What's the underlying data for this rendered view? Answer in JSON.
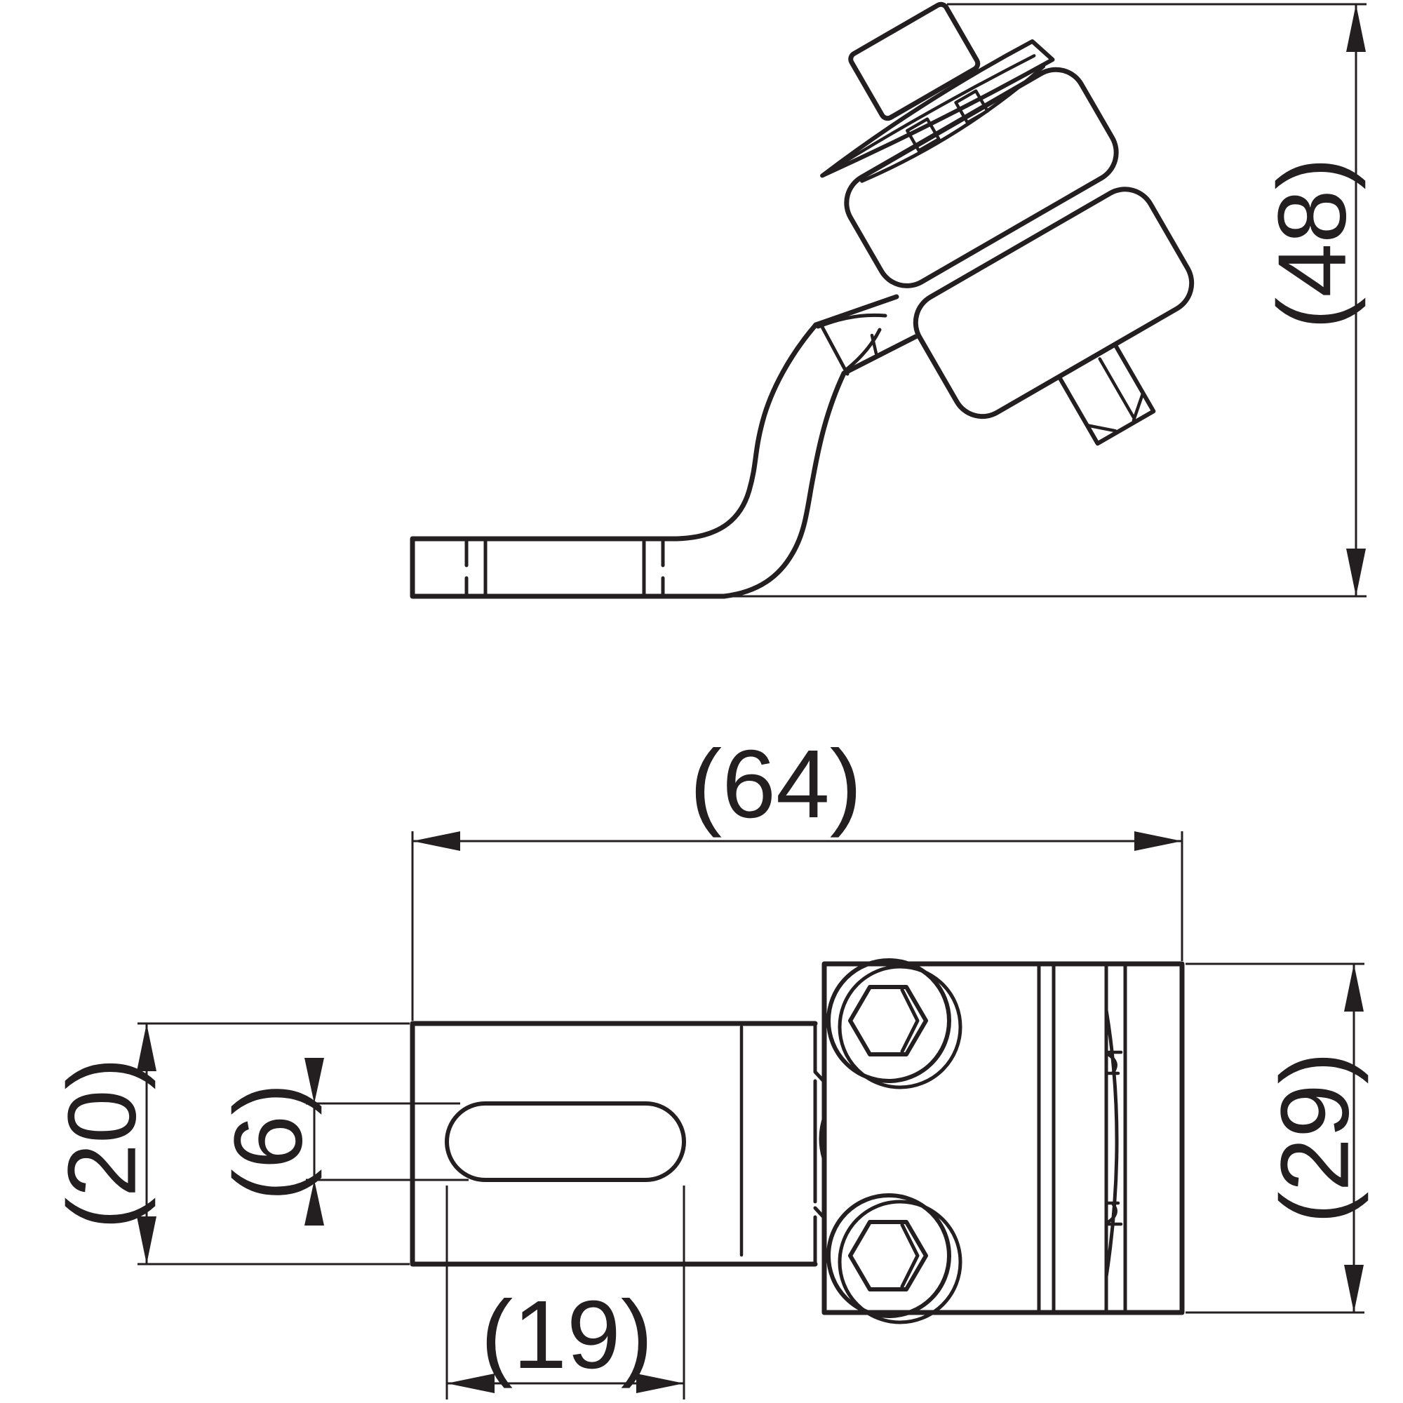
{
  "drawing": {
    "type": "technical-drawing",
    "dimensions": {
      "overall_height": "(48)",
      "overall_length": "(64)",
      "plate_width": "(20)",
      "slot_width": "(6)",
      "slot_length": "(19)",
      "body_width": "(29)"
    },
    "colors": {
      "line": "#231f20",
      "background": "#ffffff"
    }
  }
}
